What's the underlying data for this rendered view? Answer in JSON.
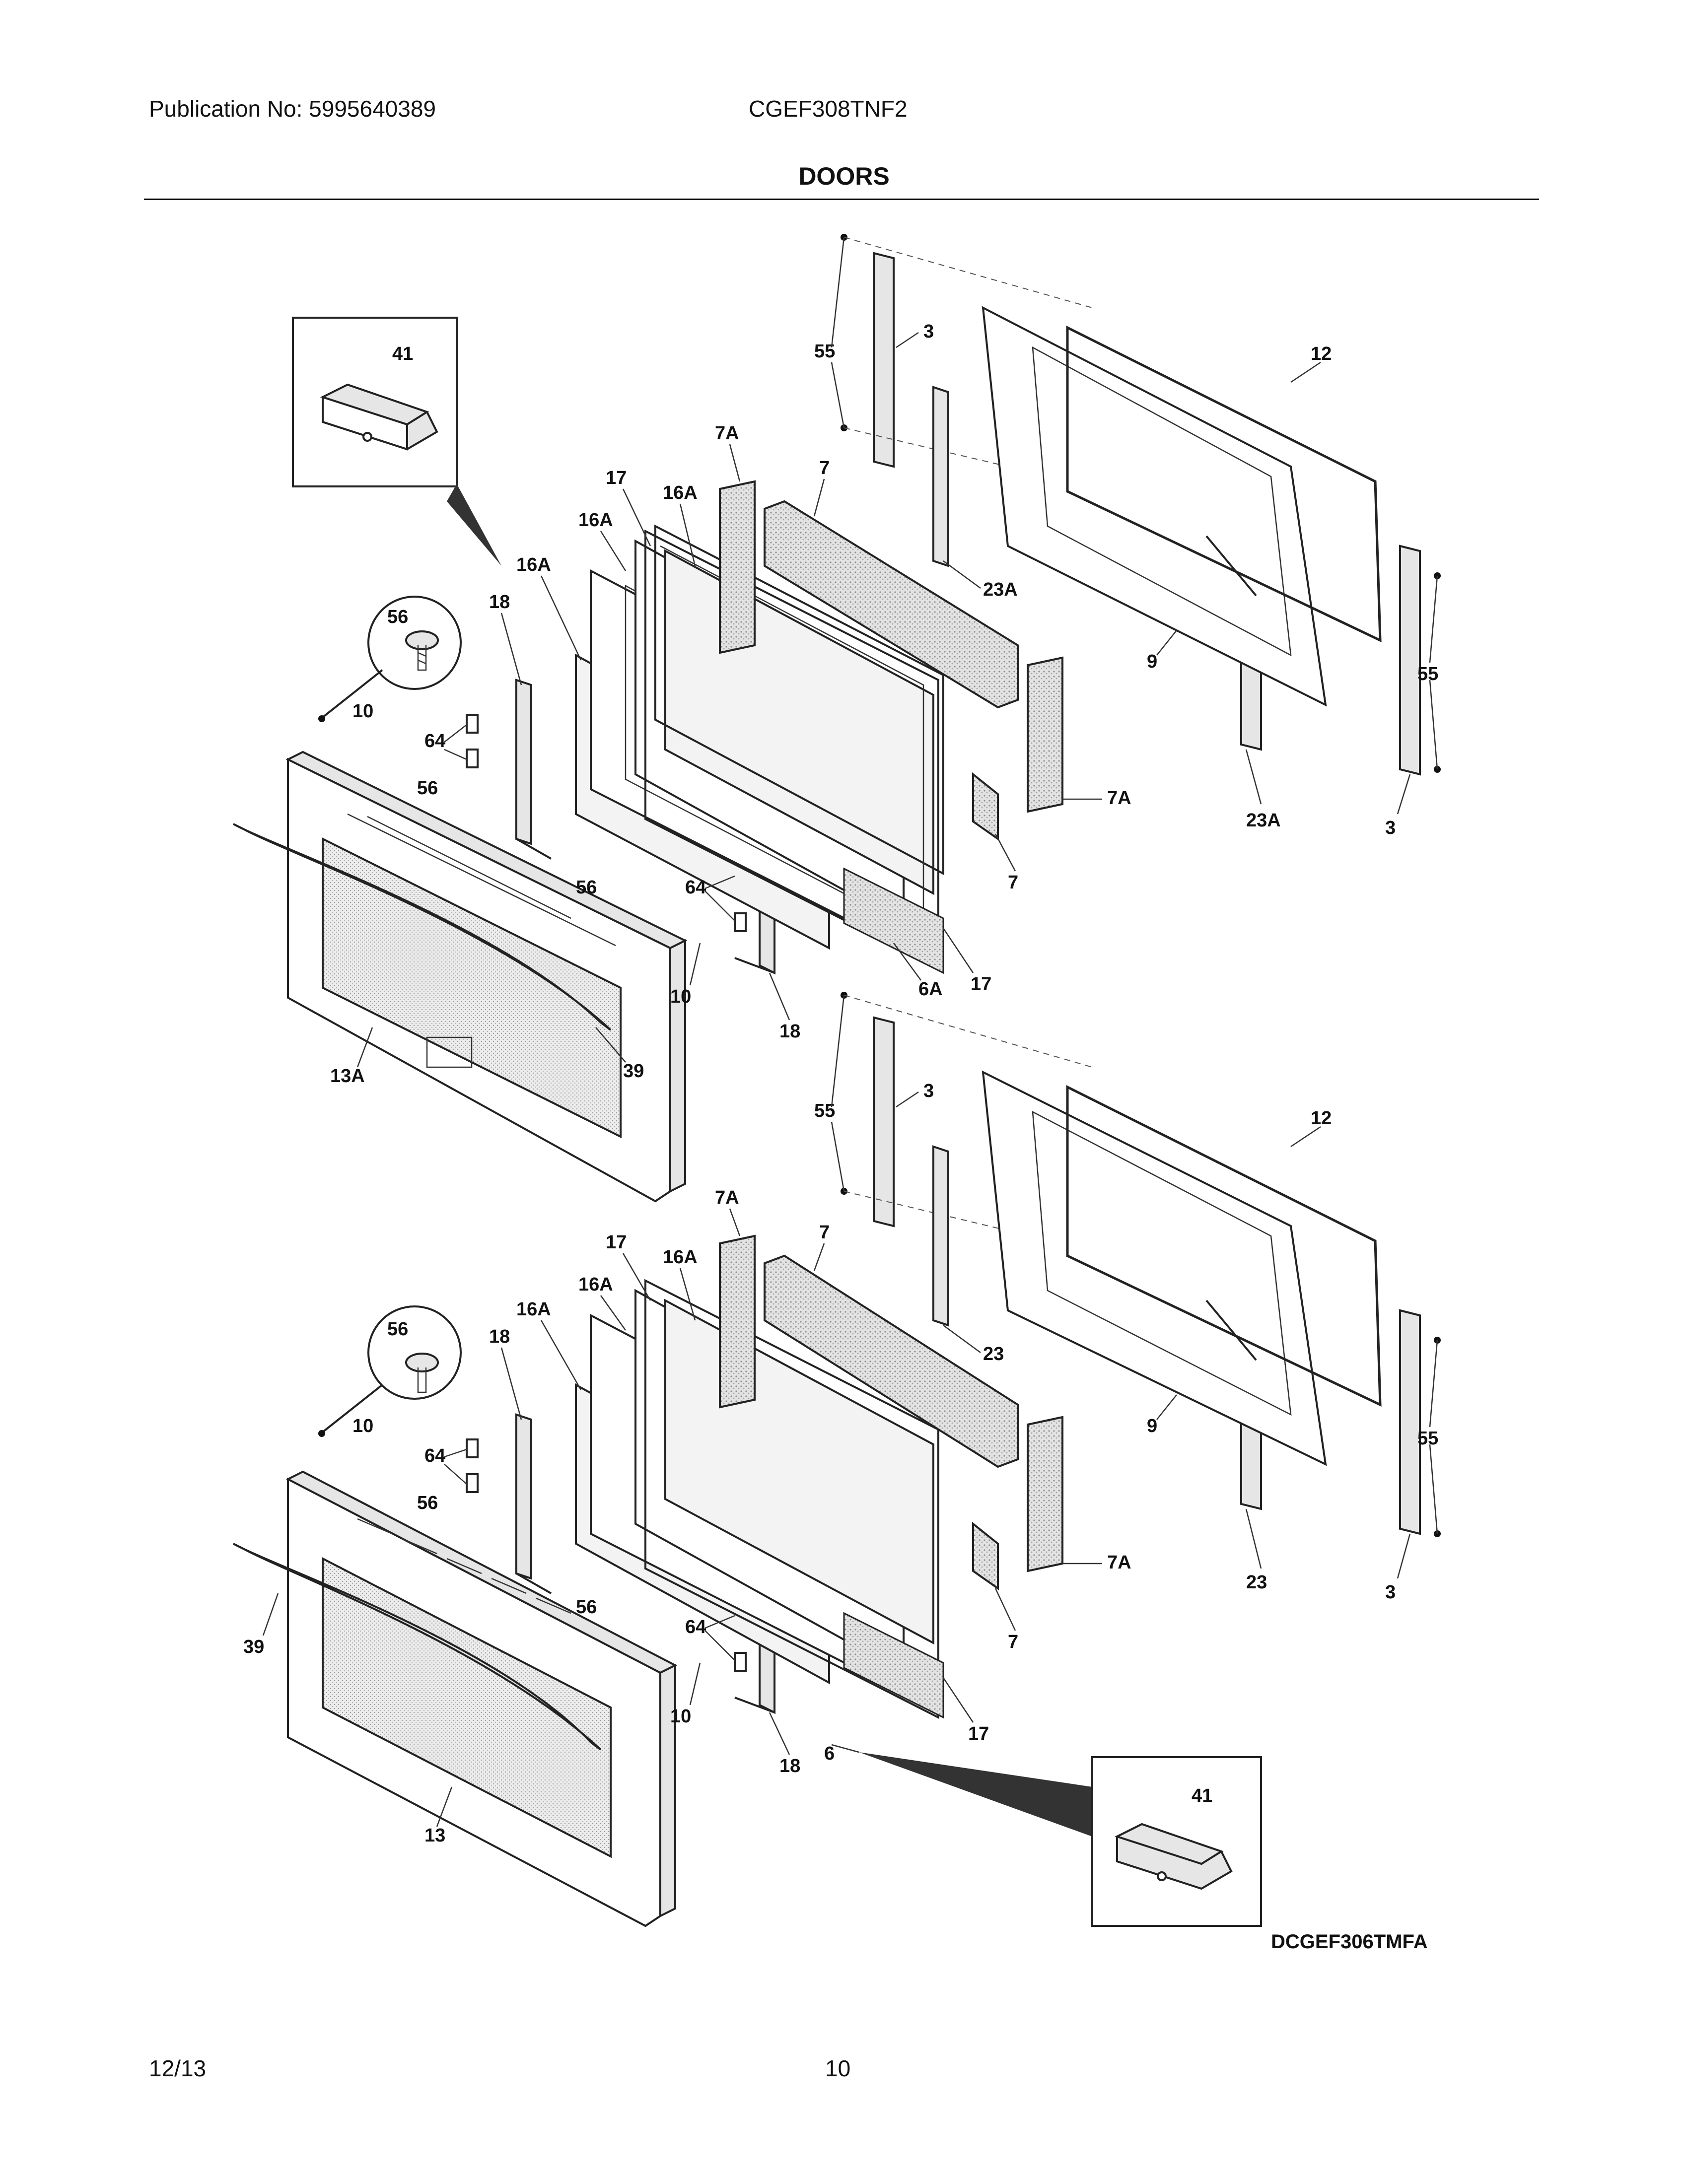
{
  "header": {
    "publication": "Publication No: 5995640389",
    "model": "CGEF308TNF2",
    "title": "DOORS"
  },
  "footer": {
    "date": "12/13",
    "page": "10"
  },
  "diagram": {
    "code": "DCGEF306TMFA",
    "callouts": {
      "upper": {
        "inset_41": "41",
        "inset_56": "56",
        "p55a": "55",
        "p3a": "3",
        "p12": "12",
        "p7A_top": "7A",
        "p7_top": "7",
        "p17_top": "17",
        "p16A_a": "16A",
        "p16A_b": "16A",
        "p16A_c": "16A",
        "p18_top": "18",
        "p23A_a": "23A",
        "p9": "9",
        "p55b": "55",
        "p10_a": "10",
        "p64_a": "64",
        "p56_a": "56",
        "p7A_right": "7A",
        "p23A_b": "23A",
        "p3b": "3",
        "p56_b": "56",
        "p64_b": "64",
        "p7_right": "7",
        "p10_b": "10",
        "p6A": "6A",
        "p17_bot": "17",
        "p18_bot": "18",
        "p13A": "13A",
        "p39": "39"
      },
      "lower": {
        "p55a": "55",
        "p3a": "3",
        "p12": "12",
        "p7A_top": "7A",
        "p7_top": "7",
        "p17_top": "17",
        "p16A_a": "16A",
        "p16A_b": "16A",
        "p16A_c": "16A",
        "p18_top": "18",
        "p23_a": "23",
        "p9": "9",
        "p55b": "55",
        "inset_56": "56",
        "p10_a": "10",
        "p64_a": "64",
        "p56_a": "56",
        "p7A_right": "7A",
        "p23_b": "23",
        "p3b": "3",
        "p56_b": "56",
        "p64_b": "64",
        "p7_right": "7",
        "p10_b": "10",
        "p39": "39",
        "p6": "6",
        "p17_bot": "17",
        "p18_bot": "18",
        "p13": "13",
        "inset_41": "41"
      }
    }
  }
}
